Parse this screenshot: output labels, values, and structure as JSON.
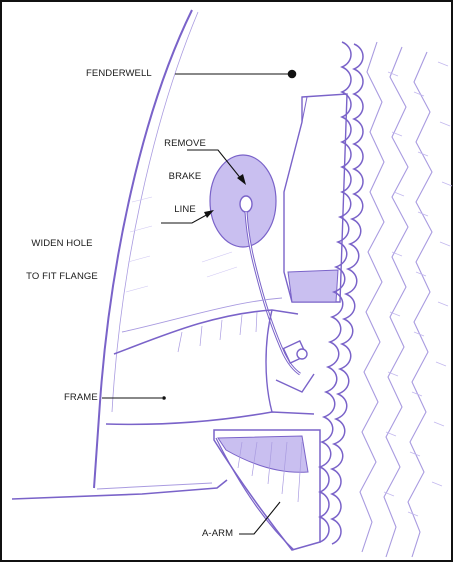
{
  "diagram": {
    "colors": {
      "line_art": "#7a63c9",
      "line_art_light": "#a99be0",
      "shade": "#c9bff0",
      "leader": "#111111",
      "border": "#111111"
    },
    "callouts": {
      "fenderwell": "FENDERWELL",
      "remove_brake_line": [
        "REMOVE",
        "BRAKE",
        "LINE"
      ],
      "widen_hole": [
        "WIDEN HOLE",
        "TO FIT FLANGE"
      ],
      "frame": "FRAME",
      "a_arm": "A-ARM"
    }
  }
}
